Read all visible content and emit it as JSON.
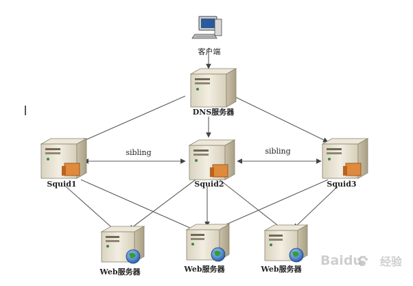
{
  "nodes": {
    "client": {
      "label": "客户端"
    },
    "dns": {
      "label": "DNS服务器"
    },
    "squid1": {
      "label": "Squid1"
    },
    "squid2": {
      "label": "Squid2"
    },
    "squid3": {
      "label": "Squid3"
    },
    "web1": {
      "label": "Web服务器"
    },
    "web2": {
      "label": "Web服务器"
    },
    "web3": {
      "label": "Web服务器"
    }
  },
  "edges": {
    "sibling_left": "sibling",
    "sibling_right": "sibling"
  },
  "watermark": {
    "brand": "Baidu",
    "suffix": "经验"
  },
  "colors": {
    "line": "#5a5a5a",
    "server_body": "#e8e3d3",
    "accent_orange": "#e08a3c",
    "globe_blue": "#3a73c4"
  }
}
